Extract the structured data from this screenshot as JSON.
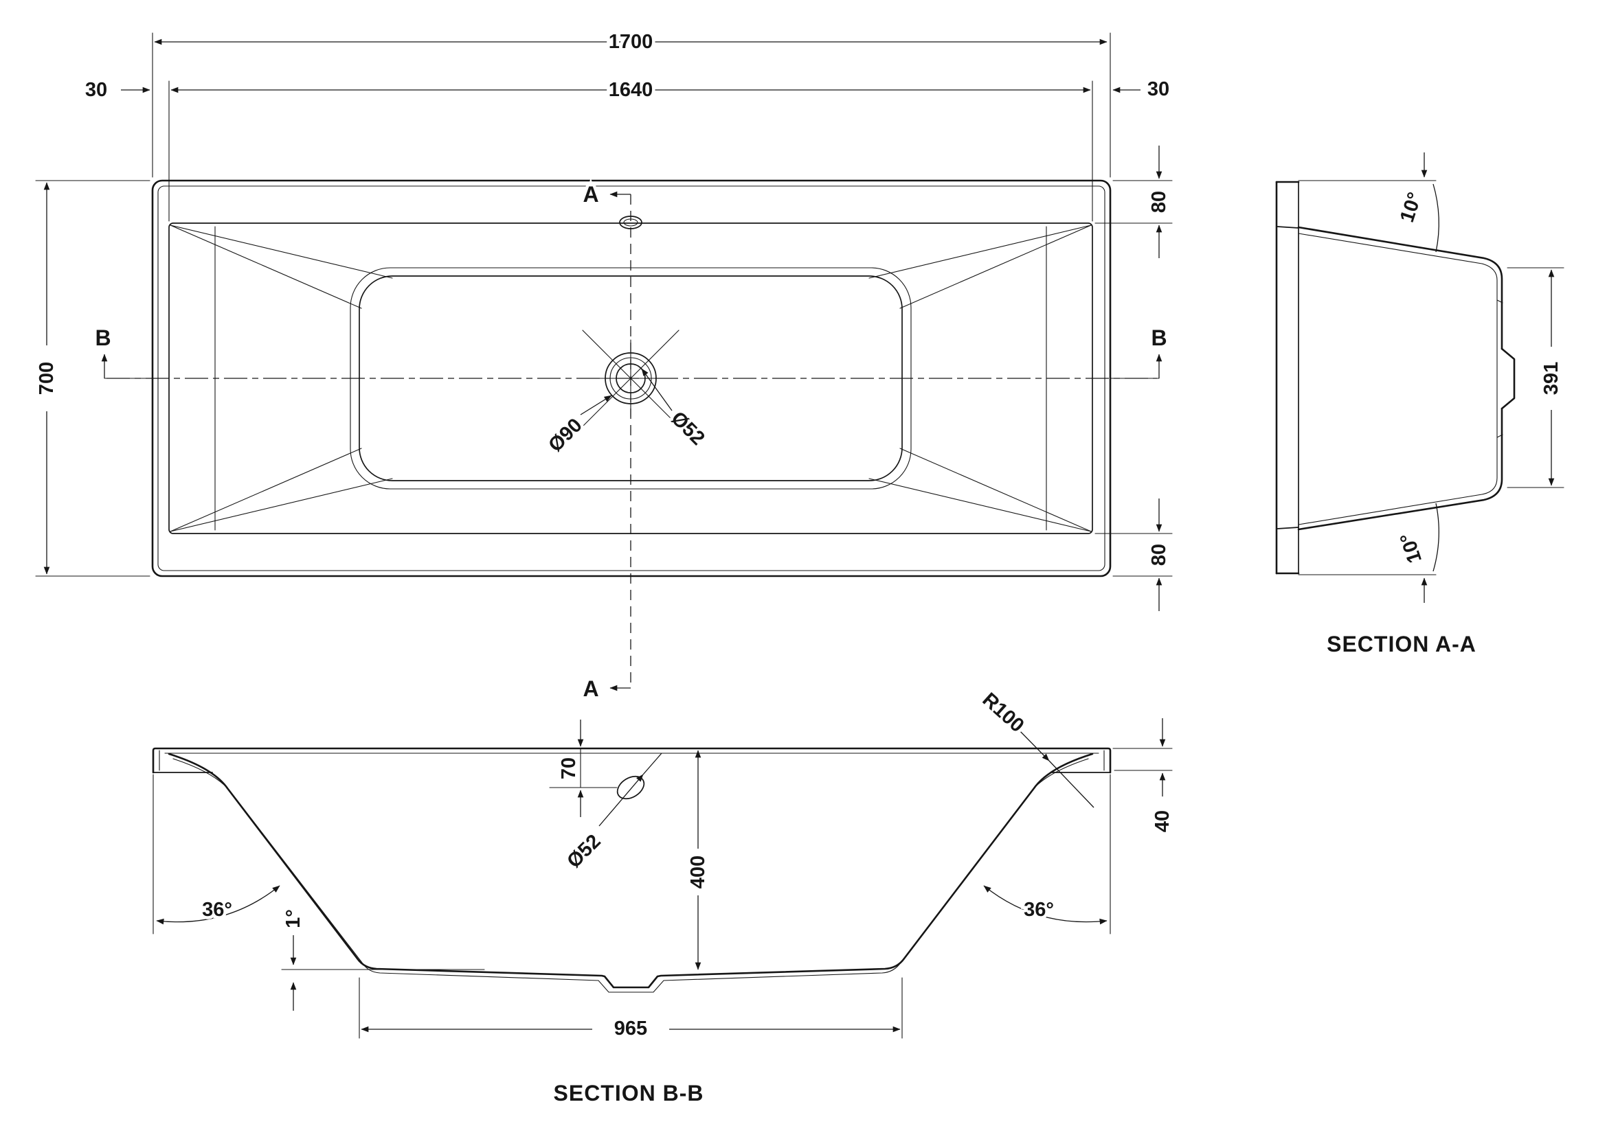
{
  "colors": {
    "ink": "#161616",
    "background": "#ffffff"
  },
  "plan_view": {
    "dims": {
      "overall_length": "1700",
      "inner_length": "1640",
      "edge_offset_left": "30",
      "edge_offset_right": "30",
      "overall_width": "700",
      "wall_top_width": "80",
      "wall_bottom_width": "80"
    },
    "drain": {
      "outer_diameter": "Ø90",
      "inner_diameter": "Ø52"
    },
    "section_markers": {
      "a": "A",
      "b": "B"
    }
  },
  "section_aa": {
    "title": "SECTION A-A",
    "wall_angle_top": "10°",
    "wall_angle_bottom": "10°",
    "base_width": "391"
  },
  "section_bb": {
    "title": "SECTION B-B",
    "overflow_depth": "70",
    "overflow_diameter": "Ø52",
    "inner_depth": "400",
    "wall_angle_left": "36°",
    "wall_angle_right": "36°",
    "base_slope": "1°",
    "rim_radius": "R100",
    "rim_edge_height": "40",
    "base_length": "965"
  }
}
